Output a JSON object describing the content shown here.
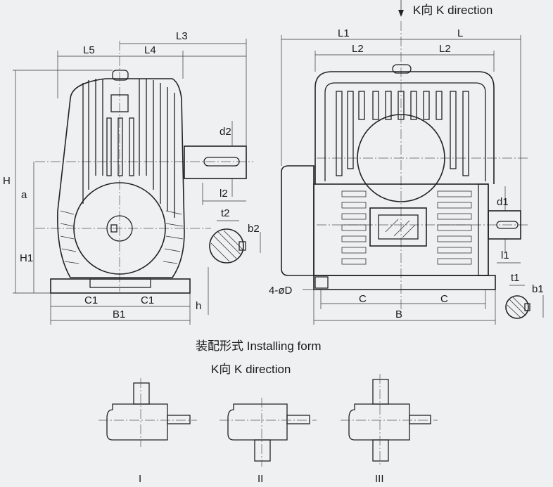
{
  "header": {
    "k_direction_top": "K向 K direction",
    "installing_form": "装配形式 Installing form",
    "k_direction_mid": "K向 K direction"
  },
  "left_view": {
    "dims": {
      "L3": "L3",
      "L5": "L5",
      "L4": "L4",
      "H": "H",
      "a": "a",
      "H1": "H1",
      "d2": "d2",
      "l2": "l2",
      "t2": "t2",
      "b2": "b2",
      "C1a": "C1",
      "C1b": "C1",
      "B1": "B1",
      "h": "h"
    }
  },
  "right_view": {
    "dims": {
      "L1": "L1",
      "L": "L",
      "L2a": "L2",
      "L2b": "L2",
      "d1": "d1",
      "l1": "l1",
      "t1": "t1",
      "b1": "b1",
      "C_left": "C",
      "C_right": "C",
      "B": "B",
      "holes": "4-øD"
    }
  },
  "installing_forms": [
    {
      "label": "I"
    },
    {
      "label": "II"
    },
    {
      "label": "III"
    }
  ]
}
